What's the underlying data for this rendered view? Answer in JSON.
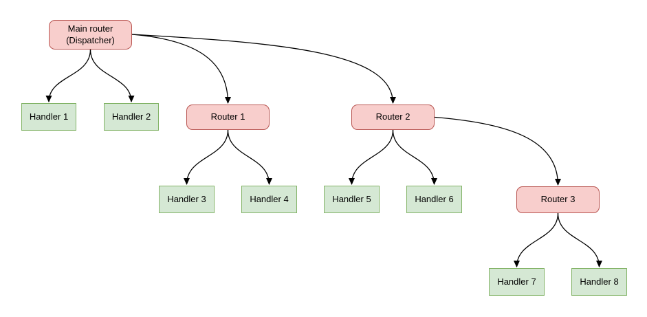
{
  "diagram": {
    "colors": {
      "router_fill": "#f8cecc",
      "router_border": "#b85450",
      "handler_fill": "#d5e8d4",
      "handler_border": "#82b366",
      "edge": "#000000"
    },
    "nodes": {
      "main": {
        "line1": "Main router",
        "line2": "(Dispatcher)",
        "type": "router"
      },
      "router1": {
        "label": "Router 1",
        "type": "router"
      },
      "router2": {
        "label": "Router 2",
        "type": "router"
      },
      "router3": {
        "label": "Router 3",
        "type": "router"
      },
      "handler1": {
        "label": "Handler 1",
        "type": "handler"
      },
      "handler2": {
        "label": "Handler 2",
        "type": "handler"
      },
      "handler3": {
        "label": "Handler 3",
        "type": "handler"
      },
      "handler4": {
        "label": "Handler 4",
        "type": "handler"
      },
      "handler5": {
        "label": "Handler 5",
        "type": "handler"
      },
      "handler6": {
        "label": "Handler 6",
        "type": "handler"
      },
      "handler7": {
        "label": "Handler 7",
        "type": "handler"
      },
      "handler8": {
        "label": "Handler 8",
        "type": "handler"
      }
    },
    "edges": [
      {
        "from": "main",
        "to": "handler1"
      },
      {
        "from": "main",
        "to": "handler2"
      },
      {
        "from": "main",
        "to": "router1"
      },
      {
        "from": "main",
        "to": "router2"
      },
      {
        "from": "router1",
        "to": "handler3"
      },
      {
        "from": "router1",
        "to": "handler4"
      },
      {
        "from": "router2",
        "to": "handler5"
      },
      {
        "from": "router2",
        "to": "handler6"
      },
      {
        "from": "router2",
        "to": "router3"
      },
      {
        "from": "router3",
        "to": "handler7"
      },
      {
        "from": "router3",
        "to": "handler8"
      }
    ]
  }
}
